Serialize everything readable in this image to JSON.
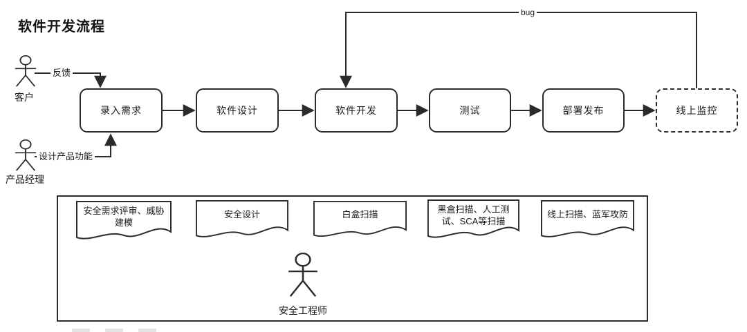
{
  "title": "软件开发流程",
  "colors": {
    "stroke": "#2b2b2b",
    "background": "#ffffff",
    "text": "#1a1a1a"
  },
  "actors": {
    "customer": {
      "label": "客户"
    },
    "product_manager": {
      "label": "产品经理"
    },
    "security_engineer": {
      "label": "安全工程师"
    }
  },
  "edges": {
    "feedback": {
      "label": "反馈",
      "from": "客户",
      "to": "录入需求"
    },
    "design_features": {
      "label": "设计产品功能",
      "from": "产品经理",
      "to": "录入需求"
    },
    "bug": {
      "label": "bug",
      "from": "线上监控",
      "to": "软件开发"
    }
  },
  "flow": {
    "steps": [
      {
        "label": "录入需求",
        "border": "solid"
      },
      {
        "label": "软件设计",
        "border": "solid"
      },
      {
        "label": "软件开发",
        "border": "solid"
      },
      {
        "label": "测试",
        "border": "solid"
      },
      {
        "label": "部署发布",
        "border": "solid"
      },
      {
        "label": "线上监控",
        "border": "dashed"
      }
    ]
  },
  "security_lane": {
    "docs": [
      {
        "label": "安全需求评审、威胁建模"
      },
      {
        "label": "安全设计"
      },
      {
        "label": "白盒扫描"
      },
      {
        "label": "黑盒扫描、人工测试、SCA等扫描"
      },
      {
        "label": "线上扫描、蓝军攻防"
      }
    ]
  }
}
